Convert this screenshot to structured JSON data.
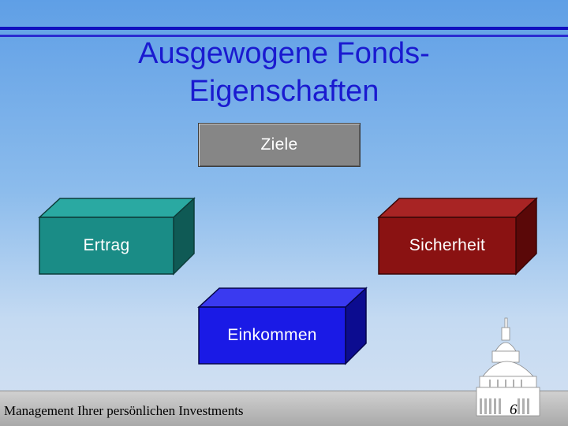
{
  "slide": {
    "title_line1": "Ausgewogene Fonds-",
    "title_line2": "Eigenschaften"
  },
  "diagram": {
    "top_box": "Ziele",
    "boxes": {
      "ertrag": {
        "label": "Ertrag",
        "color": "#1a8c86"
      },
      "sicherheit": {
        "label": "Sicherheit",
        "color": "#8a1212"
      },
      "einkommen": {
        "label": "Einkommen",
        "color": "#1a1ae6"
      }
    }
  },
  "footer": {
    "text": "Management Ihrer persönlichen Investments",
    "page_number": "6"
  },
  "colors": {
    "title": "#1a1ad0",
    "rule": "#1010c0"
  },
  "icons": {
    "logo": "capitol-dome-icon"
  }
}
